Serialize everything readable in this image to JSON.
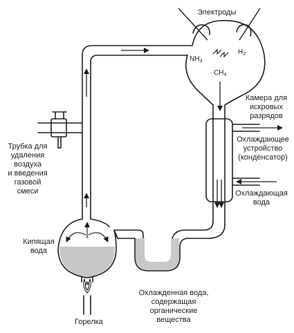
{
  "labels": {
    "electrodes": "Электроды",
    "nh3": {
      "base": "NH",
      "sub": "3"
    },
    "h2": {
      "base": "H",
      "sub": "2"
    },
    "ch4": {
      "base": "CH",
      "sub": "4"
    },
    "spark_chamber": [
      "Камера для",
      "искровых",
      "разрядов"
    ],
    "condenser": [
      "Охлаждающее",
      "устройство",
      "(конденсатор)"
    ],
    "cooling_water": [
      "Охлаждающая",
      "вода"
    ],
    "tube": [
      "Трубка для",
      "удаления",
      "воздуха",
      "и введения",
      "газовой",
      "смеси"
    ],
    "boiling_water": [
      "Кипящая",
      "вода"
    ],
    "cooled_water": [
      "Охлажденная вода,",
      "содержащая",
      "органические",
      "вещества"
    ],
    "burner": "Горелка"
  },
  "colors": {
    "line": "#1a1a1a",
    "water": "#c8c8c8"
  }
}
